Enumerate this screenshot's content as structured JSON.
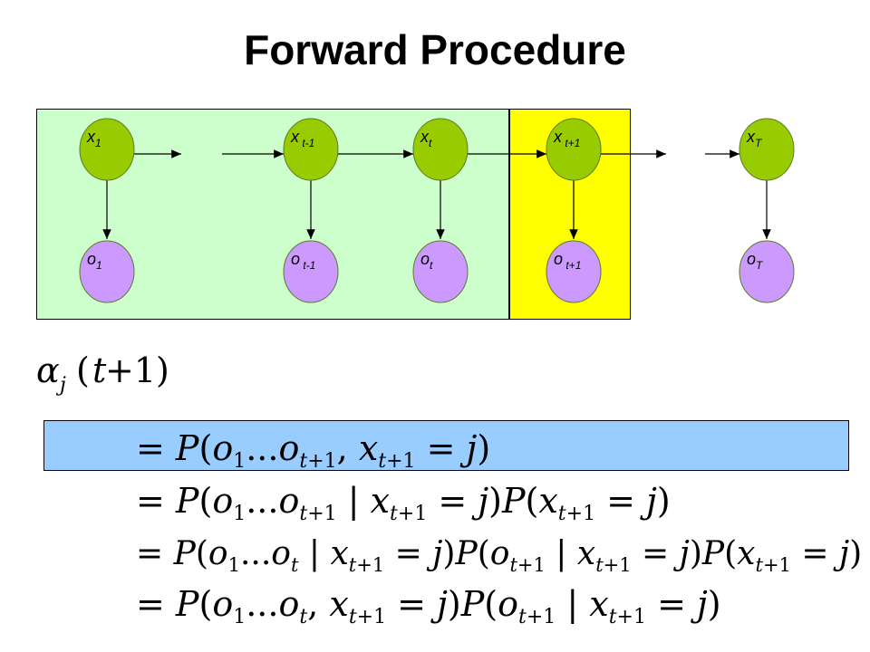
{
  "title": "Forward Procedure",
  "colors": {
    "past_region": "#ccffcc",
    "current_region": "#ffff00",
    "hidden_node": "#99cc00",
    "observed_node": "#cc99ff",
    "highlight_row": "#99ccff"
  },
  "nodes": {
    "hidden": [
      {
        "base": "x",
        "sub": "1"
      },
      {
        "base": "x",
        "sub": " t-1"
      },
      {
        "base": "x",
        "sub": "t"
      },
      {
        "base": "x",
        "sub": " t+1"
      },
      {
        "base": "x",
        "sub": "T"
      }
    ],
    "observed": [
      {
        "base": "o",
        "sub": "1"
      },
      {
        "base": "o",
        "sub": " t-1"
      },
      {
        "base": "o",
        "sub": "t"
      },
      {
        "base": "o",
        "sub": " t+1"
      },
      {
        "base": "o",
        "sub": "T"
      }
    ]
  },
  "equations": {
    "lhs": "α_j(t+1)",
    "lines": [
      "= P(o_1...o_{t+1}, x_{t+1} = j)",
      "= P(o_1...o_{t+1} | x_{t+1} = j)P(x_{t+1} = j)",
      "= P(o_1...o_t | x_{t+1} = j)P(o_{t+1} | x_{t+1} = j)P(x_{t+1} = j)",
      "= P(o_1...o_t, x_{t+1} = j)P(o_{t+1} | x_{t+1} = j)"
    ]
  }
}
